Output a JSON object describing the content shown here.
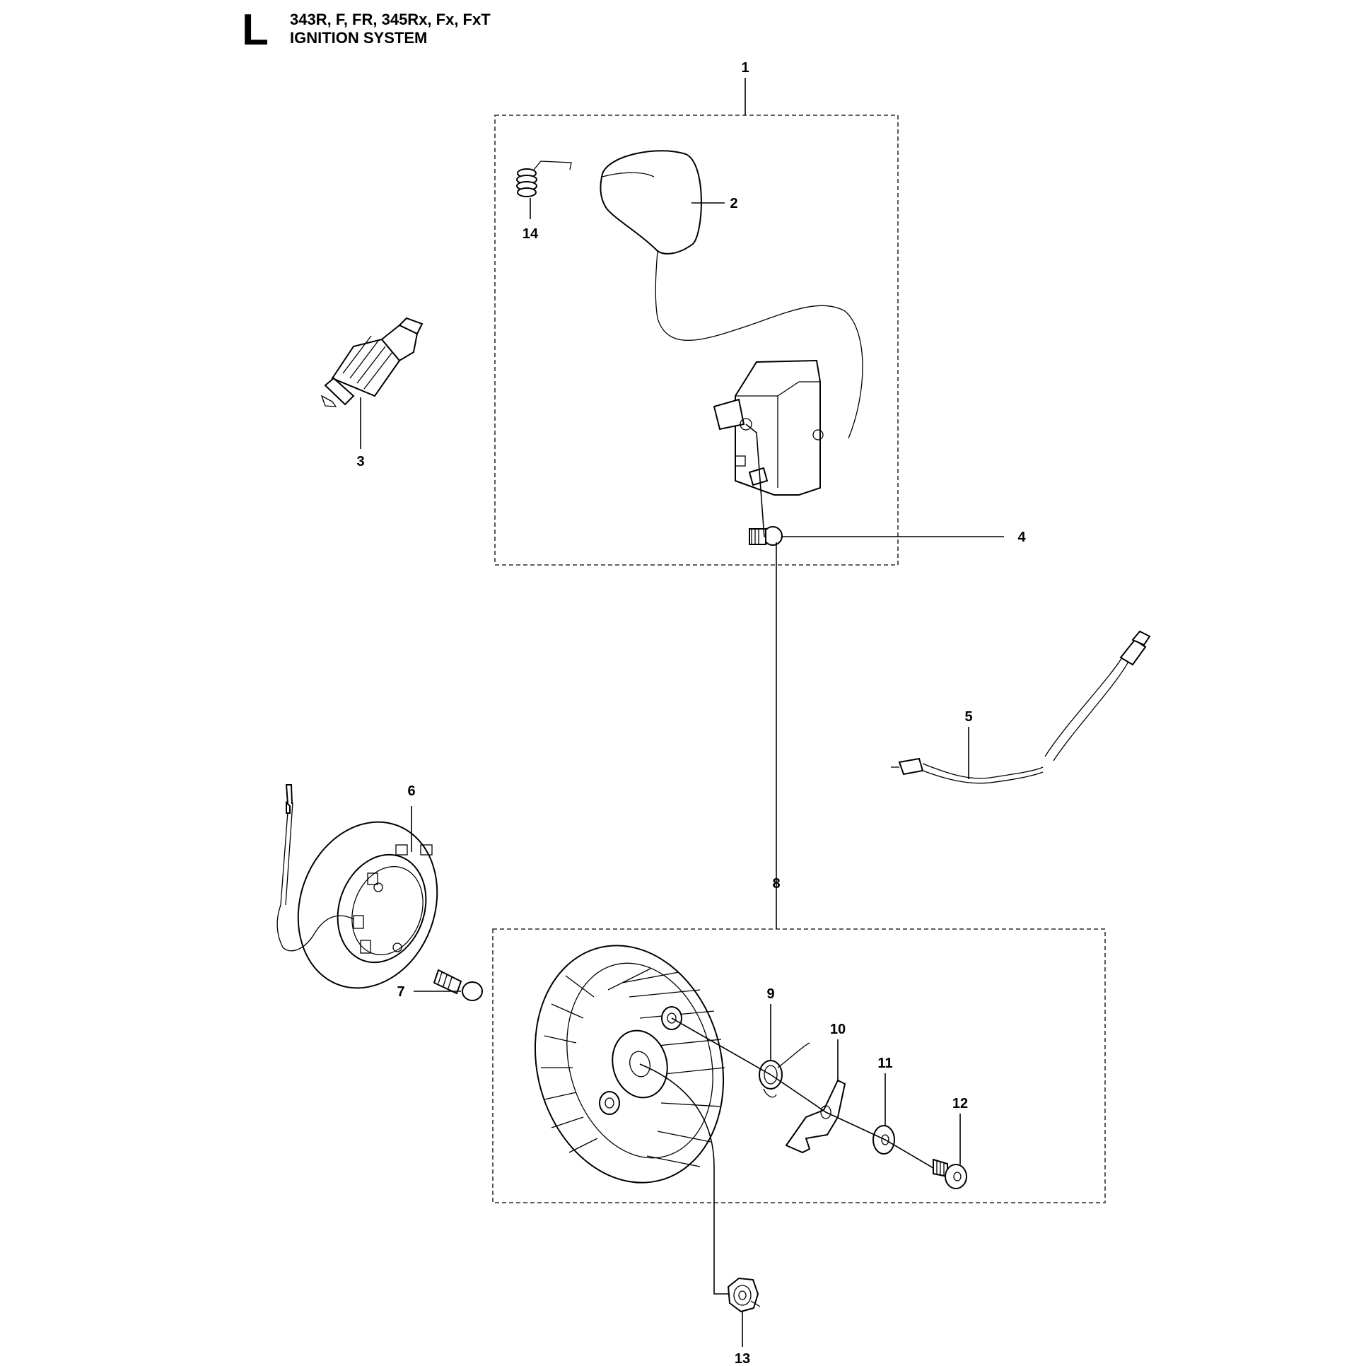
{
  "header": {
    "section_letter": "L",
    "models": "343R, F, FR, 345Rx, Fx, FxT",
    "title": "IGNITION SYSTEM"
  },
  "callouts": [
    "1",
    "2",
    "3",
    "4",
    "5",
    "6",
    "7",
    "8",
    "9",
    "10",
    "11",
    "12",
    "13",
    "14"
  ]
}
